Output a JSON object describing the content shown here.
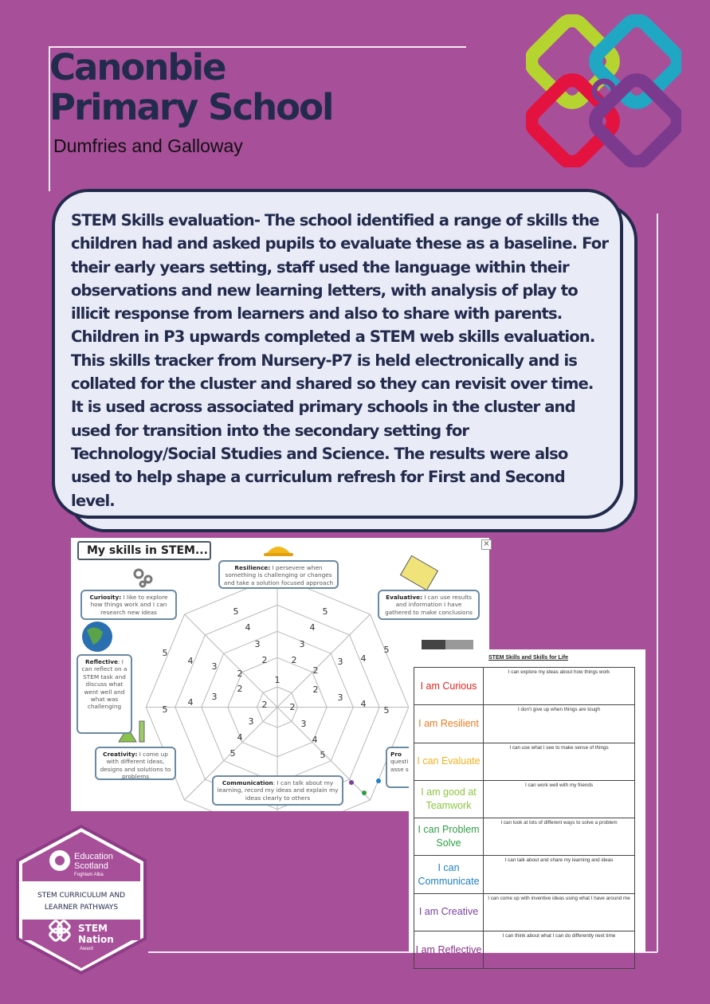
{
  "header": {
    "school_line1": "Canonbie",
    "school_line2": "Primary School",
    "region": "Dumfries and Galloway"
  },
  "card": {
    "text": "STEM Skills evaluation- The school identified a range of skills the children had and asked pupils to evaluate these as a baseline. For their early years setting, staff used the language within their observations and new learning letters, with analysis of play to illicit response from learners and also to share with parents. Children in P3 upwards completed a STEM web skills evaluation. This skills tracker from Nursery-P7 is held electronically and is collated for the cluster and shared so they can revisit over time. It is used across associated primary schools in the cluster and used for transition into the secondary setting for Technology/Social Studies and Science. The results were also used to help shape a curriculum refresh for First and Second level."
  },
  "radar": {
    "title": "My skills in STEM...",
    "close": "×",
    "boxes": {
      "resilience": {
        "name": "Resilience:",
        "text": " I persevere when something is challenging or changes and take a solution focused approach"
      },
      "curiosity": {
        "name": "Curiosity:",
        "text": " I like to explore how things work and I can research new ideas"
      },
      "evaluative": {
        "name": "Evaluative:",
        "text": " I can use results and information I have gathered to make conclusions"
      },
      "reflective": {
        "name": "Reflective",
        "text": ": I can reflect on a STEM task and discuss what went well and what was challenging"
      },
      "creativity": {
        "name": "Creativity:",
        "text": " I come up with different ideas, designs and solutions to problems"
      },
      "communication": {
        "name": "Communication",
        "text": ": I can talk about my learning, record my ideas and explain my ideas clearly to others"
      },
      "problem_partial": {
        "name": "Pro",
        "text": "questi can asse so"
      }
    },
    "scale_labels": [
      "1",
      "2",
      "3",
      "4",
      "5"
    ]
  },
  "table": {
    "title": "STEM Skills and Skills for Life",
    "rows": [
      {
        "label": "I am Curious",
        "desc": "I can explore my ideas about how things work",
        "color": "#e8211b"
      },
      {
        "label": "I am Resilient",
        "desc": "I don’t give up when things are tough",
        "color": "#ec7a1f"
      },
      {
        "label": "I can Evaluate",
        "desc": "I can use what I see to make sense of things",
        "color": "#f2b01e"
      },
      {
        "label": "I am good at Teamwork",
        "desc": "I can work well with my friends",
        "color": "#8cc63f"
      },
      {
        "label": "I can Problem Solve",
        "desc": "I can look at lots of different ways to solve a problem",
        "color": "#2e9e44"
      },
      {
        "label": "I can Communicate",
        "desc": "I can talk about and share my learning and ideas",
        "color": "#1f7fc4"
      },
      {
        "label": "I am Creative",
        "desc": "I can come up with inventive ideas using what I have around me",
        "color": "#7b3fa0"
      },
      {
        "label": "I am Reflective",
        "desc": "I can think about what I can do differently next time",
        "color": "#8a2f8a"
      }
    ]
  },
  "badge": {
    "org_line1": "Education",
    "org_line2": "Scotland",
    "org_line3": "Foghlam Alba",
    "band_line1": "STEM CURRICULUM AND",
    "band_line2": "LEARNER PATHWAYS",
    "award_line1": "STEM",
    "award_line2": "Nation",
    "award_line3": "Award"
  },
  "colors": {
    "background": "#a84f9a",
    "navy": "#232b4d",
    "card_fill": "#e9ebf6"
  }
}
